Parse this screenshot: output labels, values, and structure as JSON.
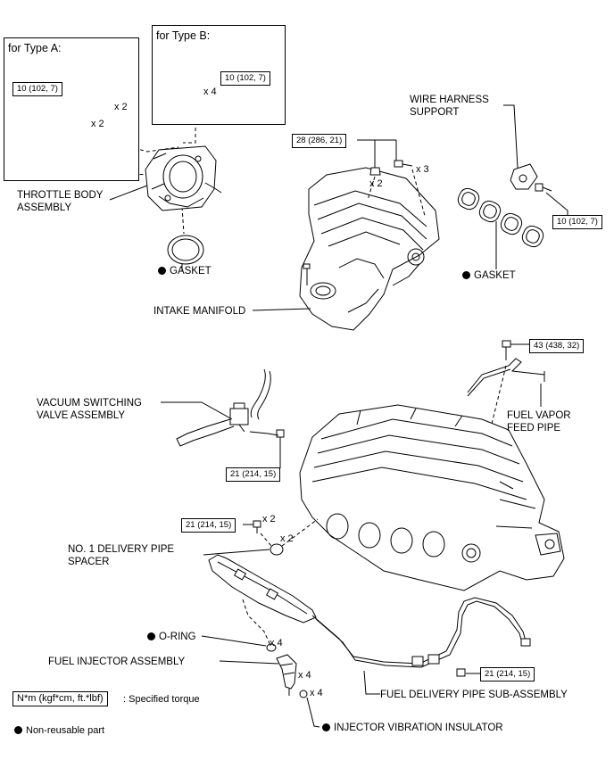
{
  "type_boxes": {
    "type_a": {
      "title": "for Type A:",
      "torque": "10 (102, 7)",
      "mult_bolt": "x 2",
      "mult_nut": "x 2"
    },
    "type_b": {
      "title": "for Type B:",
      "torque": "10 (102, 7)",
      "mult": "x 4"
    }
  },
  "labels": {
    "throttle_body": "THROTTLE BODY\nASSEMBLY",
    "gasket_throttle": "GASKET",
    "intake_manifold": "INTAKE MANIFOLD",
    "wire_harness_support": "WIRE HARNESS\nSUPPORT",
    "gasket_manifold": "GASKET",
    "vacuum_switching_valve": "VACUUM SWITCHING\nVALVE ASSEMBLY",
    "fuel_vapor_feed_pipe": "FUEL VAPOR\nFEED PIPE",
    "delivery_pipe_spacer": "NO. 1 DELIVERY PIPE\nSPACER",
    "o_ring": "O-RING",
    "fuel_injector": "FUEL INJECTOR ASSEMBLY",
    "fuel_delivery_pipe": "FUEL DELIVERY PIPE SUB-ASSEMBLY",
    "injector_vibration_insulator": "INJECTOR VIBRATION INSULATOR"
  },
  "torques": {
    "manifold": "28 (286, 21)",
    "wire_harness": "10 (102, 7)",
    "fuel_vapor": "43 (438, 32)",
    "vsv": "21 (214, 15)",
    "spacer": "21 (214, 15)",
    "delivery_pipe": "21 (214, 15)"
  },
  "multipliers": {
    "manifold_nut": "x 2",
    "manifold_bolt": "x 3",
    "spacer_bolt": "x 2",
    "spacer": "x 2",
    "o_ring": "x 4",
    "injector": "x 4",
    "insulator": "x 4"
  },
  "legend": {
    "torque_sample": "N*m (kgf*cm, ft.*lbf)",
    "torque_desc": ": Specified torque",
    "non_reusable": "Non-reusable part"
  },
  "icons": {
    "non_reusable_mark": "filled-circle"
  }
}
